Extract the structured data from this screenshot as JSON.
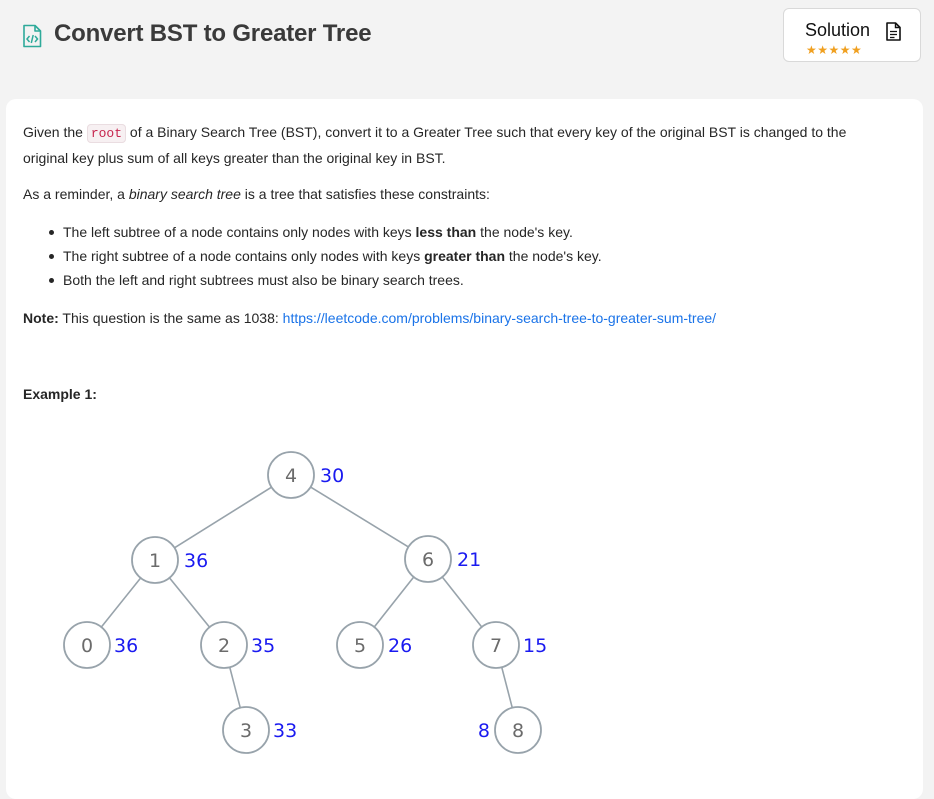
{
  "header": {
    "title": "Convert BST to Greater Tree",
    "solution_label": "Solution",
    "solution_stars": "★★★★★",
    "accent_color": "#2eaa9a",
    "star_color": "#f0a020"
  },
  "problem": {
    "p1_a": "Given the ",
    "p1_code": "root",
    "p1_b": " of a Binary Search Tree (BST), convert it to a Greater Tree such that every key of the original BST is changed to the original key plus sum of all keys greater than the original key in BST.",
    "p2_a": "As a reminder, a ",
    "p2_em": "binary search tree",
    "p2_b": " is a tree that satisfies these constraints:",
    "bullets": [
      {
        "a": "The left subtree of a node contains only nodes with keys ",
        "b": "less than",
        "c": " the node's key."
      },
      {
        "a": "The right subtree of a node contains only nodes with keys ",
        "b": "greater than",
        "c": " the node's key."
      },
      {
        "a": "Both the left and right subtrees must also be binary search trees.",
        "b": "",
        "c": ""
      }
    ],
    "note_label": "Note:",
    "note_text": " This question is the same as 1038: ",
    "note_link": "https://leetcode.com/problems/binary-search-tree-to-greater-sum-tree/",
    "example_label": "Example 1:"
  },
  "tree": {
    "node_stroke": "#98a3ab",
    "value_color": "#1a1af0",
    "nodes": [
      {
        "id": "n4",
        "key": "4",
        "sum": "30"
      },
      {
        "id": "n1",
        "key": "1",
        "sum": "36"
      },
      {
        "id": "n6",
        "key": "6",
        "sum": "21"
      },
      {
        "id": "n0",
        "key": "0",
        "sum": "36"
      },
      {
        "id": "n2",
        "key": "2",
        "sum": "35"
      },
      {
        "id": "n5",
        "key": "5",
        "sum": "26"
      },
      {
        "id": "n7",
        "key": "7",
        "sum": "15"
      },
      {
        "id": "n3",
        "key": "3",
        "sum": "33"
      },
      {
        "id": "n8",
        "key": "8",
        "sum": "8"
      }
    ],
    "edges": [
      [
        "n4",
        "n1"
      ],
      [
        "n4",
        "n6"
      ],
      [
        "n1",
        "n0"
      ],
      [
        "n1",
        "n2"
      ],
      [
        "n2",
        "n3"
      ],
      [
        "n6",
        "n5"
      ],
      [
        "n6",
        "n7"
      ],
      [
        "n7",
        "n8"
      ]
    ]
  }
}
